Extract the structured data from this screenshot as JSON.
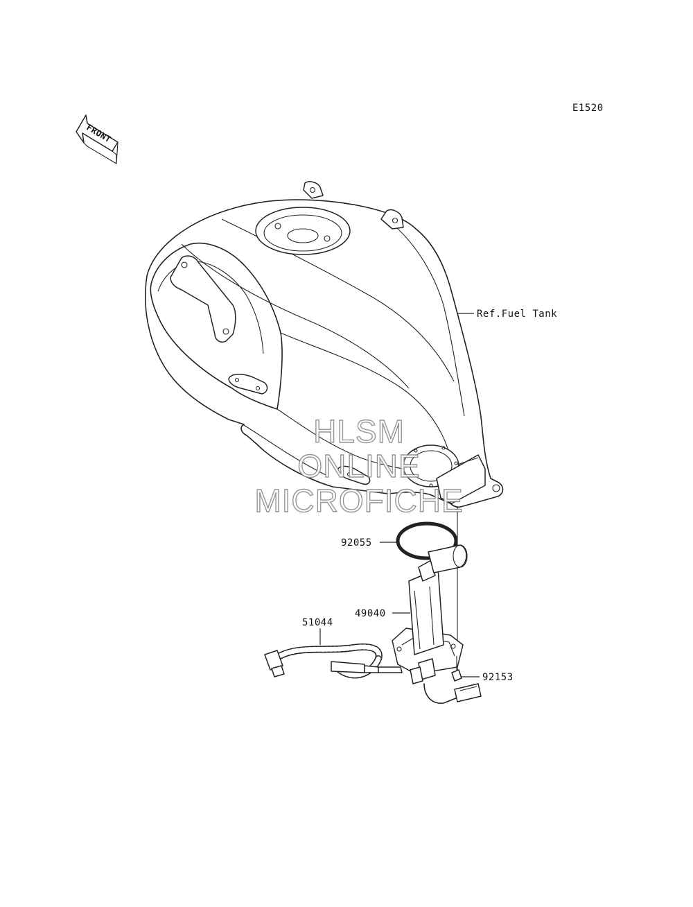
{
  "diagram_code": "E1520",
  "front_indicator": "FRONT",
  "watermark": {
    "line1": "HLSM",
    "line2": "ONLINE",
    "line3": "MICROFICHE"
  },
  "callouts": {
    "fuel_tank_ref": "Ref.Fuel Tank",
    "gasket": "92055",
    "fuel_pump": "49040",
    "wire_lead": "51044",
    "bolt": "92153"
  }
}
